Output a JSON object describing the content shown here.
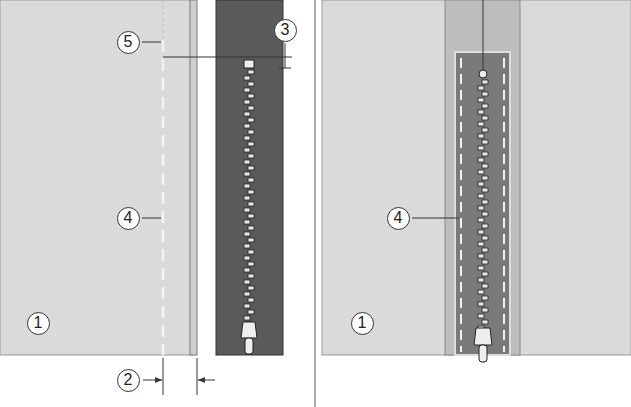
{
  "diagram": {
    "labels": [
      "5",
      "3",
      "4",
      "1",
      "2",
      "4",
      "1"
    ]
  }
}
